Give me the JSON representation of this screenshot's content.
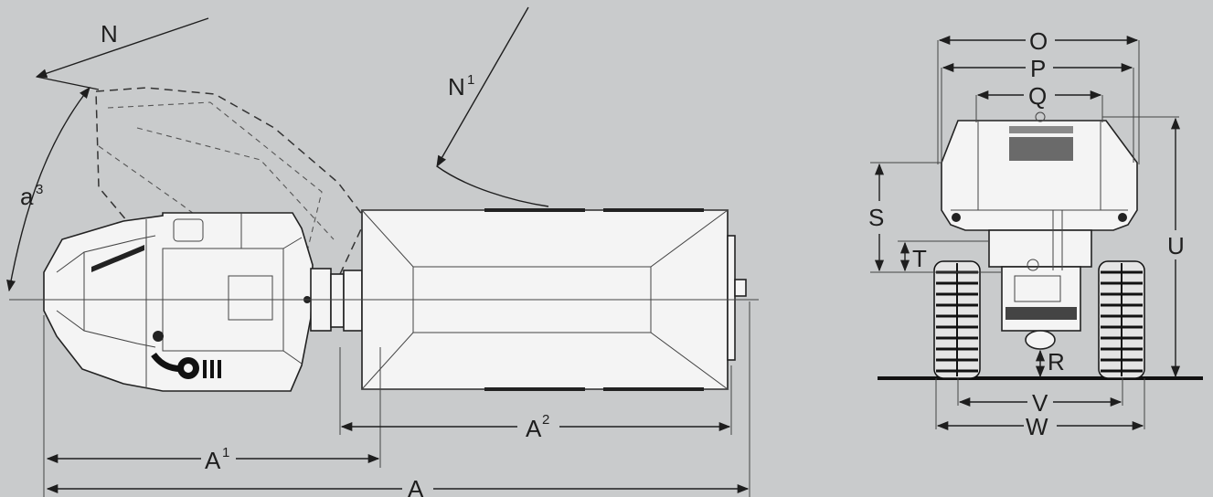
{
  "top_view": {
    "labels": {
      "a": "A",
      "a1": "A",
      "a1_sup": "1",
      "a2": "A",
      "a2_sup": "2",
      "n": "N",
      "n1": "N",
      "n1_sup": "1",
      "a3": "a",
      "a3_sup": "3"
    }
  },
  "rear_view": {
    "labels": {
      "o": "O",
      "p": "P",
      "q": "Q",
      "s": "S",
      "t": "T",
      "u": "U",
      "r": "R",
      "v": "V",
      "w": "W"
    }
  },
  "colors": {
    "background": "#c9cbcc",
    "line": "#1e1e1e",
    "body_fill": "#f4f4f4"
  }
}
